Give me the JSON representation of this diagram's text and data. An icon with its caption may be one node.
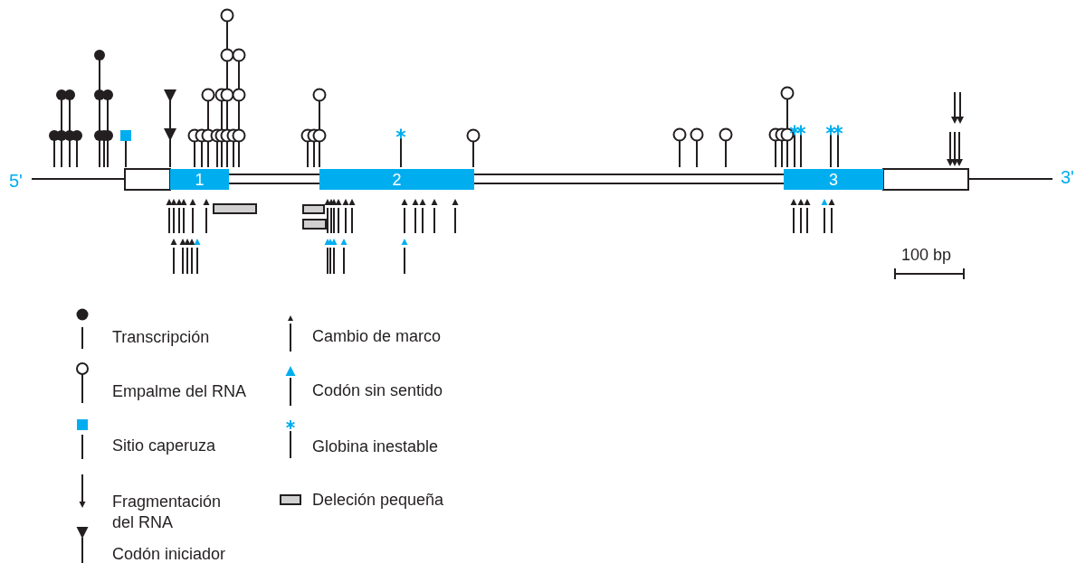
{
  "diagram": {
    "nodes": [
      {
        "text": [
          "1"
        ]
      },
      {
        "text": [
          "2"
        ]
      },
      {
        "text": [
          "3"
        ]
      }
    ],
    "labels": [
      "5'",
      "3'",
      "100 bp"
    ],
    "legend": [
      {
        "text": "Transcripción"
      },
      {
        "text": "Empalme del RNA"
      },
      {
        "text": "Sitio caperuza"
      },
      {
        "text": "Fragmentación del RNA"
      },
      {
        "text": "Codón iniciador"
      },
      {
        "text": "Cambio de marco"
      },
      {
        "text": "Codón sin sentido"
      },
      {
        "text": "Globina inestable"
      },
      {
        "text": "Deleción pequeña"
      }
    ]
  }
}
